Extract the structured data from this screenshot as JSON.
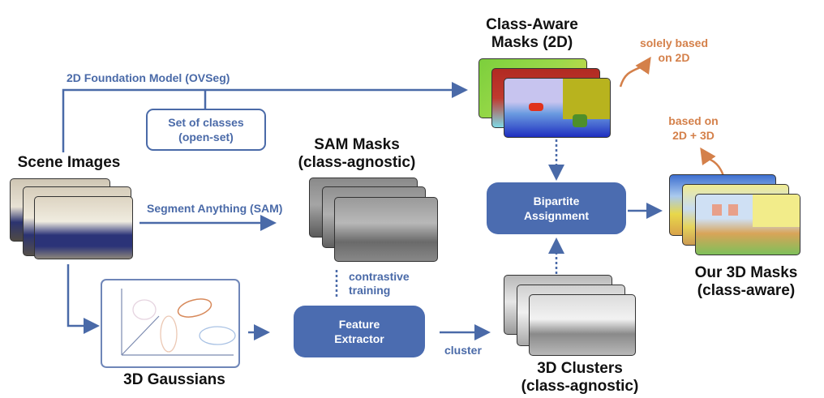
{
  "colors": {
    "flow_blue": "#4a6aa8",
    "box_blue": "#4b6cb0",
    "annotation_orange": "#d4804a",
    "title_black": "#111111"
  },
  "nodes": {
    "scene_images": {
      "title": "Scene Images"
    },
    "sam_masks": {
      "title_line1": "SAM Masks",
      "title_line2": "(class-agnostic)"
    },
    "class_aware_masks": {
      "title_line1": "Class-Aware",
      "title_line2": "Masks (2D)"
    },
    "set_of_classes": {
      "line1": "Set of classes",
      "line2": "(open-set)"
    },
    "bipartite": {
      "line1": "Bipartite",
      "line2": "Assignment"
    },
    "feature_extractor": {
      "line1": "Feature",
      "line2": "Extractor"
    },
    "gaussians": {
      "title": "3D Gaussians"
    },
    "clusters": {
      "title_line1": "3D Clusters",
      "title_line2": "(class-agnostic)"
    },
    "our_masks": {
      "title_line1": "Our 3D Masks",
      "title_line2": "(class-aware)"
    }
  },
  "edges": {
    "foundation_model": "2D Foundation Model (OVSeg)",
    "sam": "Segment Anything (SAM)",
    "contrastive_line1": "contrastive",
    "contrastive_line2": "training",
    "cluster": "cluster"
  },
  "annotations": {
    "solely_2d_line1": "solely based",
    "solely_2d_line2": "on 2D",
    "based_2d3d_line1": "based on",
    "based_2d3d_line2": "2D + 3D"
  }
}
